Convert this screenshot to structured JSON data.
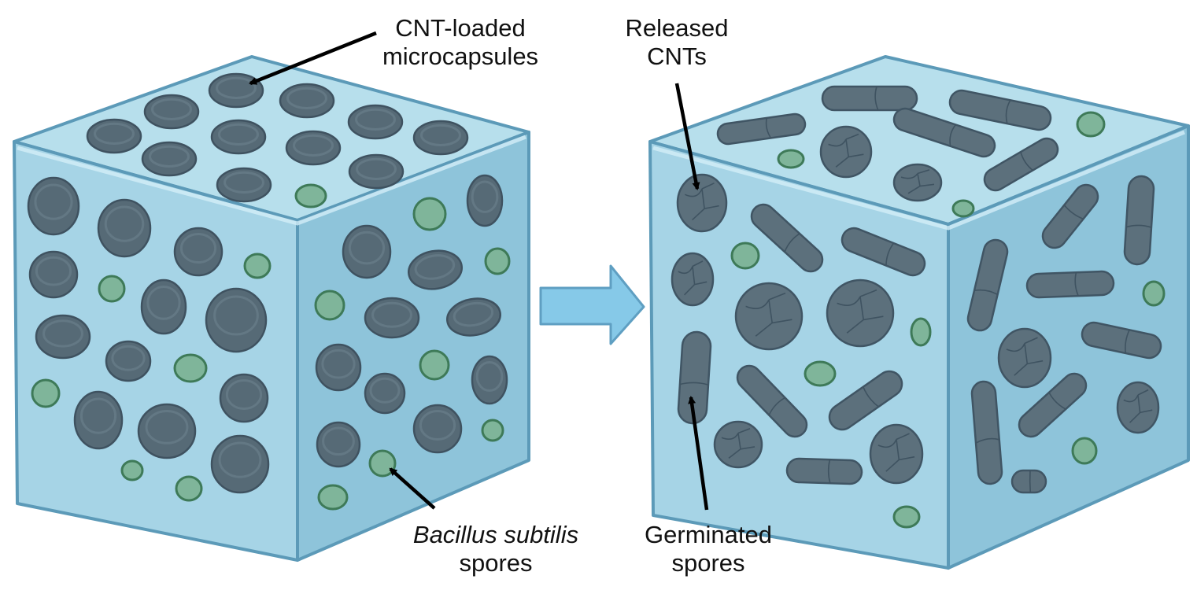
{
  "figure": {
    "type": "schematic",
    "panels": [
      {
        "id": "before",
        "description": "Cube of matrix containing intact microcapsules and dormant spores",
        "labels": {
          "top": [
            "CNT-loaded",
            "microcapsules"
          ],
          "bottom_italic": "Bacillus subtilis",
          "bottom": "spores"
        }
      },
      {
        "id": "after",
        "description": "Cube after release: cracked capsules and germinated rod-shaped cells",
        "labels": {
          "top": [
            "Released",
            "CNTs"
          ],
          "bottom": [
            "Germinated",
            "spores"
          ]
        }
      }
    ],
    "transition_arrow": "right-arrow",
    "colors": {
      "cube_top": "#b7dfec",
      "cube_front": "#a6d4e6",
      "cube_side": "#8ec4da",
      "cube_edge": "#5c9ab8",
      "capsule": "#566a76",
      "spore": "#7fb59a",
      "spore_edge": "#3e7a58",
      "arrow": "#86c9e8"
    }
  }
}
